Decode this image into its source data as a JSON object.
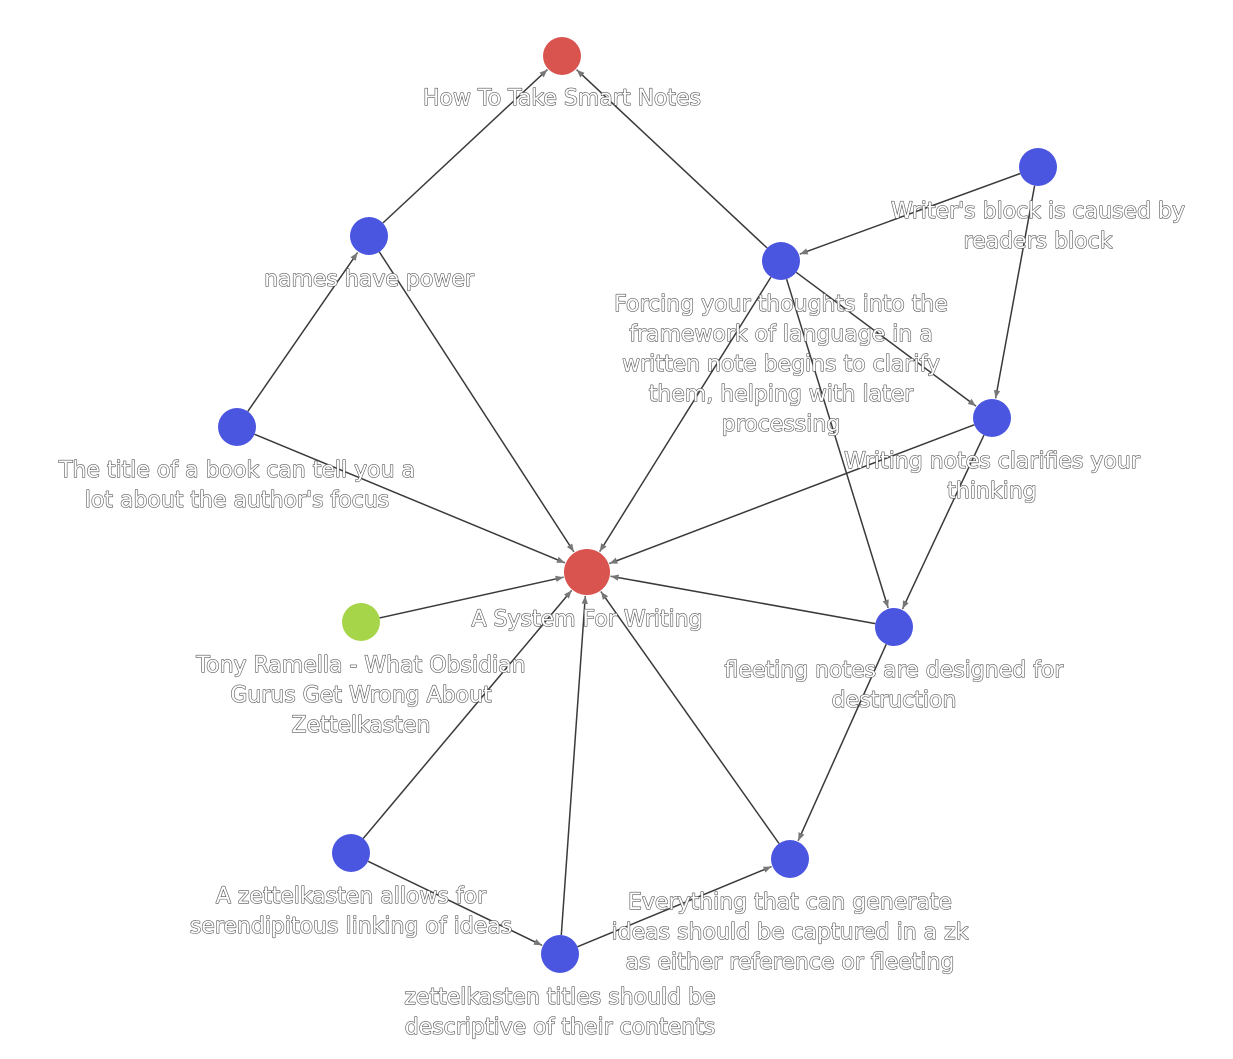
{
  "colors": {
    "hub": "#d9534f",
    "note": "#4a55e0",
    "source": "#a6d549",
    "edge": "#3a3a3a",
    "arrow": "#777777"
  },
  "nodes": [
    {
      "id": "smart-notes",
      "kind": "hub",
      "label_lines": [
        "How To Take Smart Notes"
      ]
    },
    {
      "id": "writers-block",
      "kind": "note",
      "label_lines": [
        "Writer's block is caused by",
        "readers block"
      ]
    },
    {
      "id": "names-power",
      "kind": "note",
      "label_lines": [
        "names have power"
      ]
    },
    {
      "id": "forcing-thoughts",
      "kind": "note",
      "label_lines": [
        "Forcing your thoughts into the",
        "framework of language in a",
        "written note begins to clarify",
        "them, helping with later",
        "processing"
      ]
    },
    {
      "id": "writing-clarifies",
      "kind": "note",
      "label_lines": [
        "Writing notes clarifies your",
        "thinking"
      ]
    },
    {
      "id": "book-title",
      "kind": "note",
      "label_lines": [
        "The title of a book can tell you a",
        "lot about the author's focus"
      ]
    },
    {
      "id": "system-writing",
      "kind": "hub",
      "label_lines": [
        "A System For Writing"
      ]
    },
    {
      "id": "tony-ramella",
      "kind": "source",
      "label_lines": [
        "Tony Ramella - What Obsidian",
        "Gurus Get Wrong About",
        "Zettelkasten"
      ]
    },
    {
      "id": "fleeting-notes",
      "kind": "note",
      "label_lines": [
        "fleeting notes are designed for",
        "destruction"
      ]
    },
    {
      "id": "serendipitous",
      "kind": "note",
      "label_lines": [
        "A zettelkasten allows for",
        "serendipitous linking of ideas"
      ]
    },
    {
      "id": "everything-captured",
      "kind": "note",
      "label_lines": [
        "Everything that can generate",
        "ideas should be captured in a zk",
        "as either reference or fleeting"
      ]
    },
    {
      "id": "zk-titles",
      "kind": "note",
      "label_lines": [
        "zettelkasten titles should be",
        "descriptive of their contents"
      ]
    }
  ],
  "edges": [
    {
      "from": "names-power",
      "to": "smart-notes"
    },
    {
      "from": "forcing-thoughts",
      "to": "smart-notes"
    },
    {
      "from": "writers-block",
      "to": "forcing-thoughts"
    },
    {
      "from": "writers-block",
      "to": "writing-clarifies"
    },
    {
      "from": "forcing-thoughts",
      "to": "writing-clarifies"
    },
    {
      "from": "forcing-thoughts",
      "to": "fleeting-notes"
    },
    {
      "from": "forcing-thoughts",
      "to": "system-writing"
    },
    {
      "from": "names-power",
      "to": "system-writing"
    },
    {
      "from": "book-title",
      "to": "names-power"
    },
    {
      "from": "book-title",
      "to": "system-writing"
    },
    {
      "from": "writing-clarifies",
      "to": "system-writing"
    },
    {
      "from": "writing-clarifies",
      "to": "fleeting-notes"
    },
    {
      "from": "tony-ramella",
      "to": "system-writing"
    },
    {
      "from": "fleeting-notes",
      "to": "system-writing"
    },
    {
      "from": "fleeting-notes",
      "to": "everything-captured"
    },
    {
      "from": "serendipitous",
      "to": "system-writing"
    },
    {
      "from": "serendipitous",
      "to": "zk-titles"
    },
    {
      "from": "zk-titles",
      "to": "system-writing"
    },
    {
      "from": "zk-titles",
      "to": "everything-captured"
    },
    {
      "from": "everything-captured",
      "to": "system-writing"
    }
  ]
}
